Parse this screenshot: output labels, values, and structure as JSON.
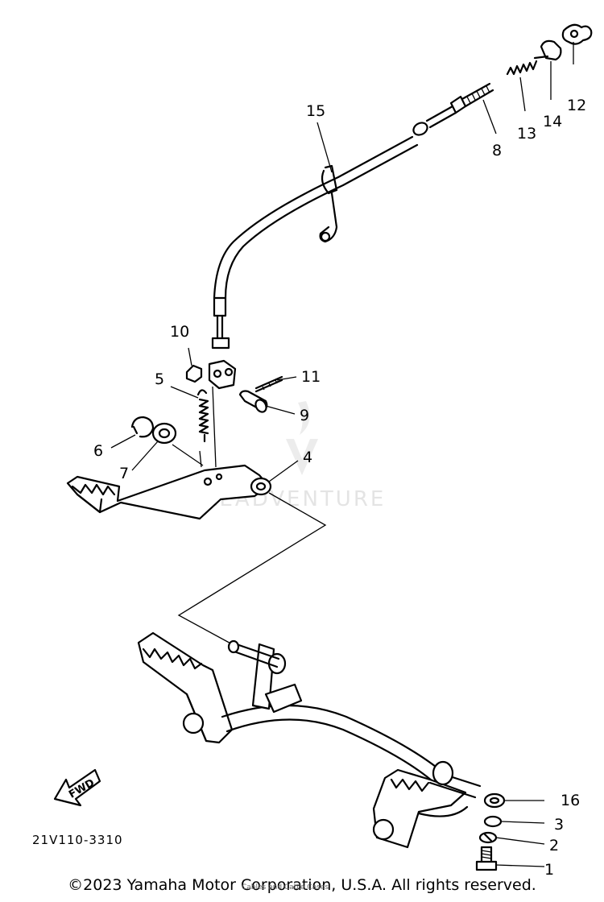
{
  "diagram": {
    "drawing_code": "21V110-3310",
    "fwd_label": "FWD",
    "watermark": "LEADVENTURE",
    "callouts": [
      "1",
      "2",
      "3",
      "4",
      "5",
      "6",
      "7",
      "8",
      "9",
      "10",
      "11",
      "12",
      "13",
      "14",
      "15",
      "16"
    ]
  },
  "footer": {
    "copyright": "©2023 Yamaha Motor Corporation, U.S.A. All rights reserved.",
    "mini_text": "Cables and Cable Cases"
  }
}
